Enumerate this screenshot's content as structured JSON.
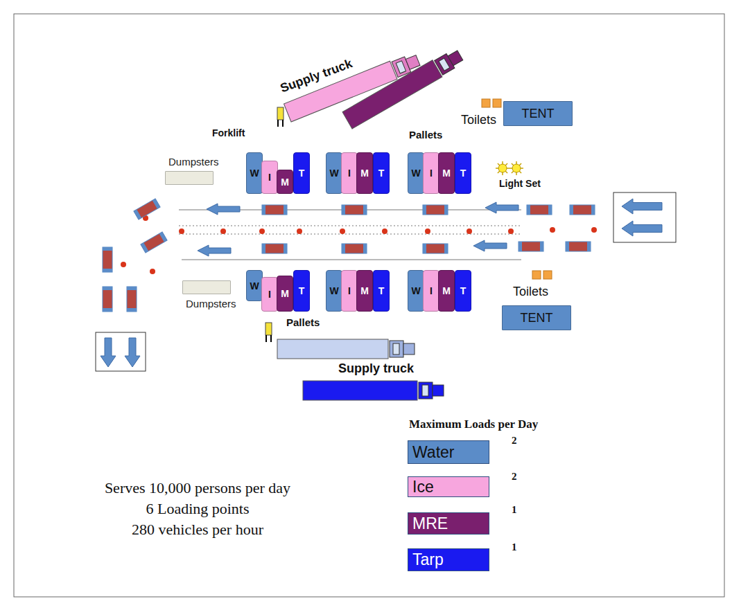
{
  "diagram": {
    "nodes": [
      {
        "text": [
          "TENT"
        ]
      },
      {
        "text": [
          "Dumpsters"
        ]
      },
      {
        "text": [
          "W"
        ]
      },
      {
        "text": [
          "I"
        ]
      },
      {
        "text": [
          "M"
        ]
      },
      {
        "text": [
          "T"
        ]
      },
      {
        "text": [
          "W"
        ]
      },
      {
        "text": [
          "I"
        ]
      },
      {
        "text": [
          "M"
        ]
      },
      {
        "text": [
          "T"
        ]
      },
      {
        "text": [
          "W"
        ]
      },
      {
        "text": [
          "I"
        ]
      },
      {
        "text": [
          "M"
        ]
      },
      {
        "text": [
          "T"
        ]
      },
      {
        "text": [
          "Dumpsters"
        ]
      },
      {
        "text": [
          "W"
        ]
      },
      {
        "text": [
          "I"
        ]
      },
      {
        "text": [
          "M"
        ]
      },
      {
        "text": [
          "T"
        ]
      },
      {
        "text": [
          "W"
        ]
      },
      {
        "text": [
          "I"
        ]
      },
      {
        "text": [
          "M"
        ]
      },
      {
        "text": [
          "T"
        ]
      },
      {
        "text": [
          "W"
        ]
      },
      {
        "text": [
          "I"
        ]
      },
      {
        "text": [
          "M"
        ]
      },
      {
        "text": [
          "T"
        ]
      },
      {
        "text": [
          "TENT"
        ]
      }
    ],
    "labels": [
      "Supply truck",
      "Forklift",
      "Pallets",
      "Toilets",
      "Light Set",
      "Toilets",
      "Pallets",
      "Supply truck",
      "Maximum Loads per Day",
      "2",
      "2",
      "1",
      "1",
      "Serves 10,000 persons per day",
      "6 Loading points",
      "280 vehicles per hour"
    ],
    "legend": [
      {
        "text": "Water",
        "color": "#5b8cc8"
      },
      {
        "text": "Ice",
        "color": "#f7a6de"
      },
      {
        "text": "MRE",
        "color": "#7a1f6e"
      },
      {
        "text": "Tarp",
        "color": "#1a1af0"
      }
    ]
  }
}
